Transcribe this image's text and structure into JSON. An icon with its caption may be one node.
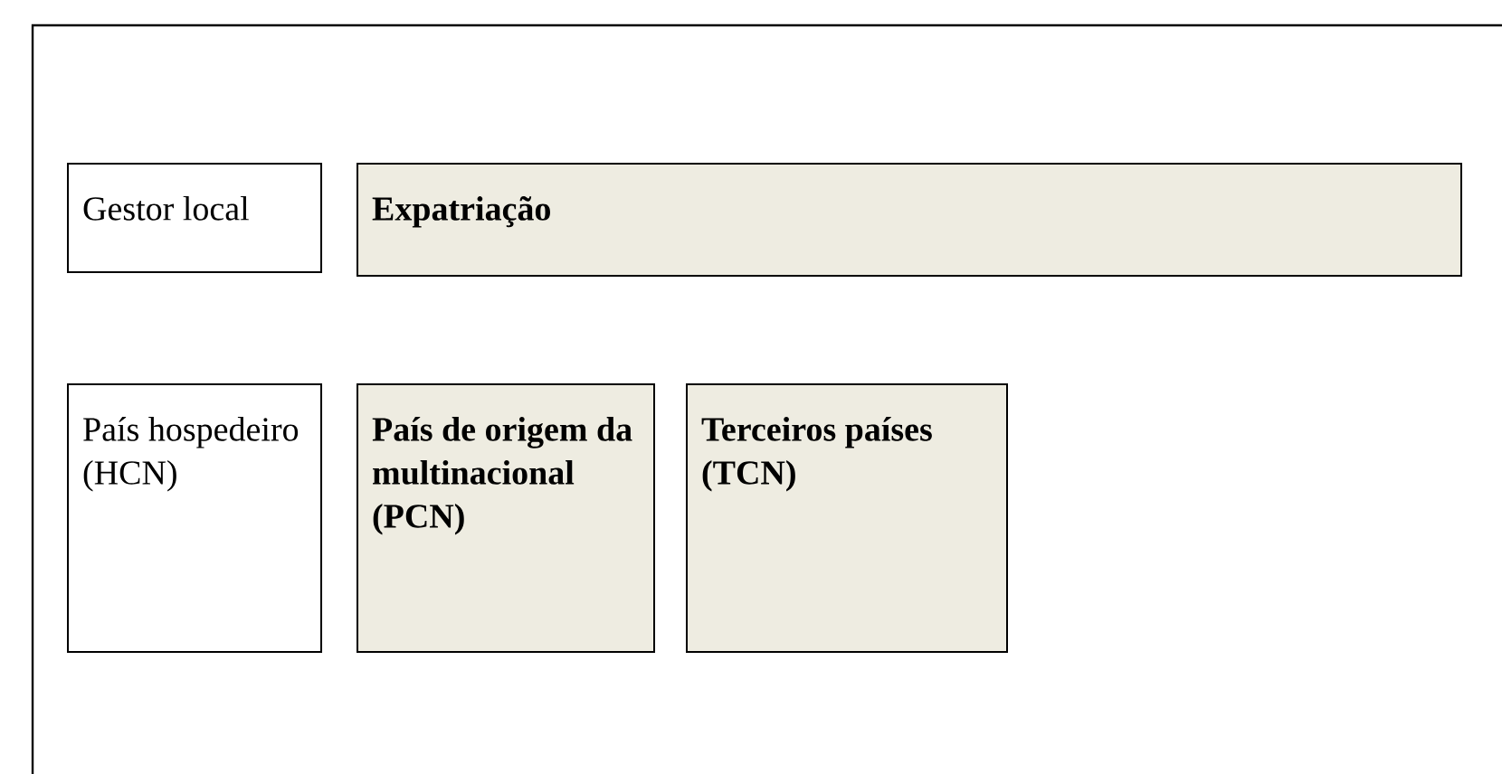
{
  "diagram": {
    "nodes": [
      {
        "text": [
          "Gestor local"
        ]
      },
      {
        "text": [
          "Expatriação"
        ]
      },
      {
        "text": [
          "País hospedeiro (HCN)"
        ]
      },
      {
        "text": [
          "País de origem da multinacional (PCN)"
        ]
      },
      {
        "text": [
          "Terceiros países (TCN)"
        ]
      }
    ]
  }
}
